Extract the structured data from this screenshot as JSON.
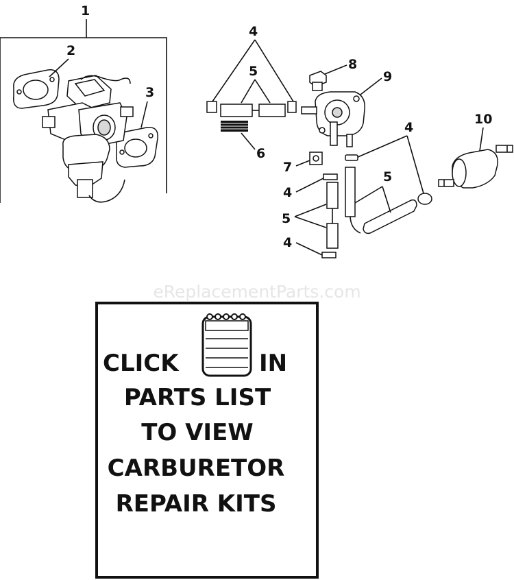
{
  "callouts": {
    "c1": "1",
    "c2": "2",
    "c3": "3",
    "c4a": "4",
    "c4b": "4",
    "c4c": "4",
    "c4d": "4",
    "c5a": "5",
    "c5b": "5",
    "c5c": "5",
    "c6": "6",
    "c7": "7",
    "c8": "8",
    "c9": "9",
    "c10": "10"
  },
  "watermark": "eReplacementParts.com",
  "notice": {
    "click": "CLICK",
    "in": "IN",
    "line2": "PARTS LIST",
    "line3": "TO VIEW",
    "line4": "CARBURETOR",
    "line5": "REPAIR KITS"
  }
}
